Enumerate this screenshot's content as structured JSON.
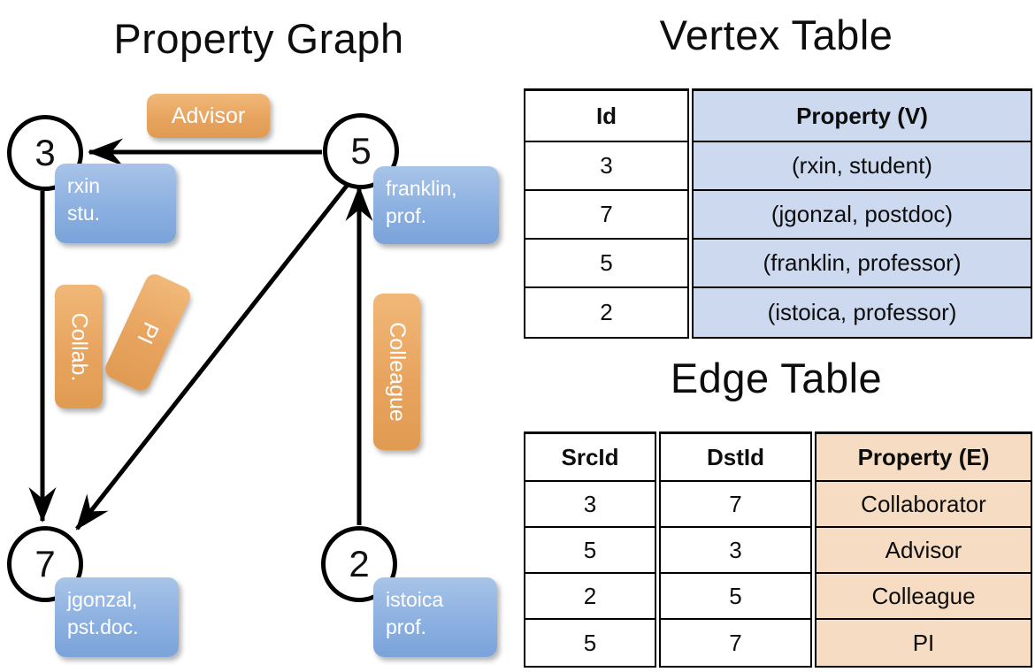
{
  "titles": {
    "property_graph": "Property Graph",
    "vertex_table": "Vertex Table",
    "edge_table": "Edge Table"
  },
  "graph": {
    "vertices": [
      {
        "id": "3",
        "property_label": "rxin\nstu."
      },
      {
        "id": "5",
        "property_label": "franklin,\nprof."
      },
      {
        "id": "7",
        "property_label": "jgonzal,\npst.doc."
      },
      {
        "id": "2",
        "property_label": "istoica\nprof."
      }
    ],
    "edge_labels": [
      {
        "name": "advisor",
        "text": "Advisor"
      },
      {
        "name": "collab",
        "text": "Collab."
      },
      {
        "name": "pi",
        "text": "PI"
      },
      {
        "name": "colleague",
        "text": "Colleague"
      }
    ],
    "edges": [
      {
        "src": "5",
        "dst": "3",
        "label": "Advisor"
      },
      {
        "src": "3",
        "dst": "7",
        "label": "Collab."
      },
      {
        "src": "5",
        "dst": "7",
        "label": "PI"
      },
      {
        "src": "2",
        "dst": "5",
        "label": "Colleague"
      }
    ]
  },
  "vertex_table": {
    "headers": [
      "Id",
      "Property (V)"
    ],
    "rows": [
      {
        "id": "3",
        "property": "(rxin, student)"
      },
      {
        "id": "7",
        "property": "(jgonzal, postdoc)"
      },
      {
        "id": "5",
        "property": "(franklin, professor)"
      },
      {
        "id": "2",
        "property": "(istoica, professor)"
      }
    ]
  },
  "edge_table": {
    "headers": [
      "SrcId",
      "DstId",
      "Property (E)"
    ],
    "rows": [
      {
        "src": "3",
        "dst": "7",
        "property": "Collaborator"
      },
      {
        "src": "5",
        "dst": "3",
        "property": "Advisor"
      },
      {
        "src": "2",
        "dst": "5",
        "property": "Colleague"
      },
      {
        "src": "5",
        "dst": "7",
        "property": "PI"
      }
    ]
  },
  "colors": {
    "vertex_property_box": "#8cb0e0",
    "edge_label_box": "#e8a45f",
    "vertex_table_fill": "#ccd9ef",
    "edge_table_fill": "#f5dcc2",
    "stroke": "#000000",
    "background": "#ffffff"
  }
}
